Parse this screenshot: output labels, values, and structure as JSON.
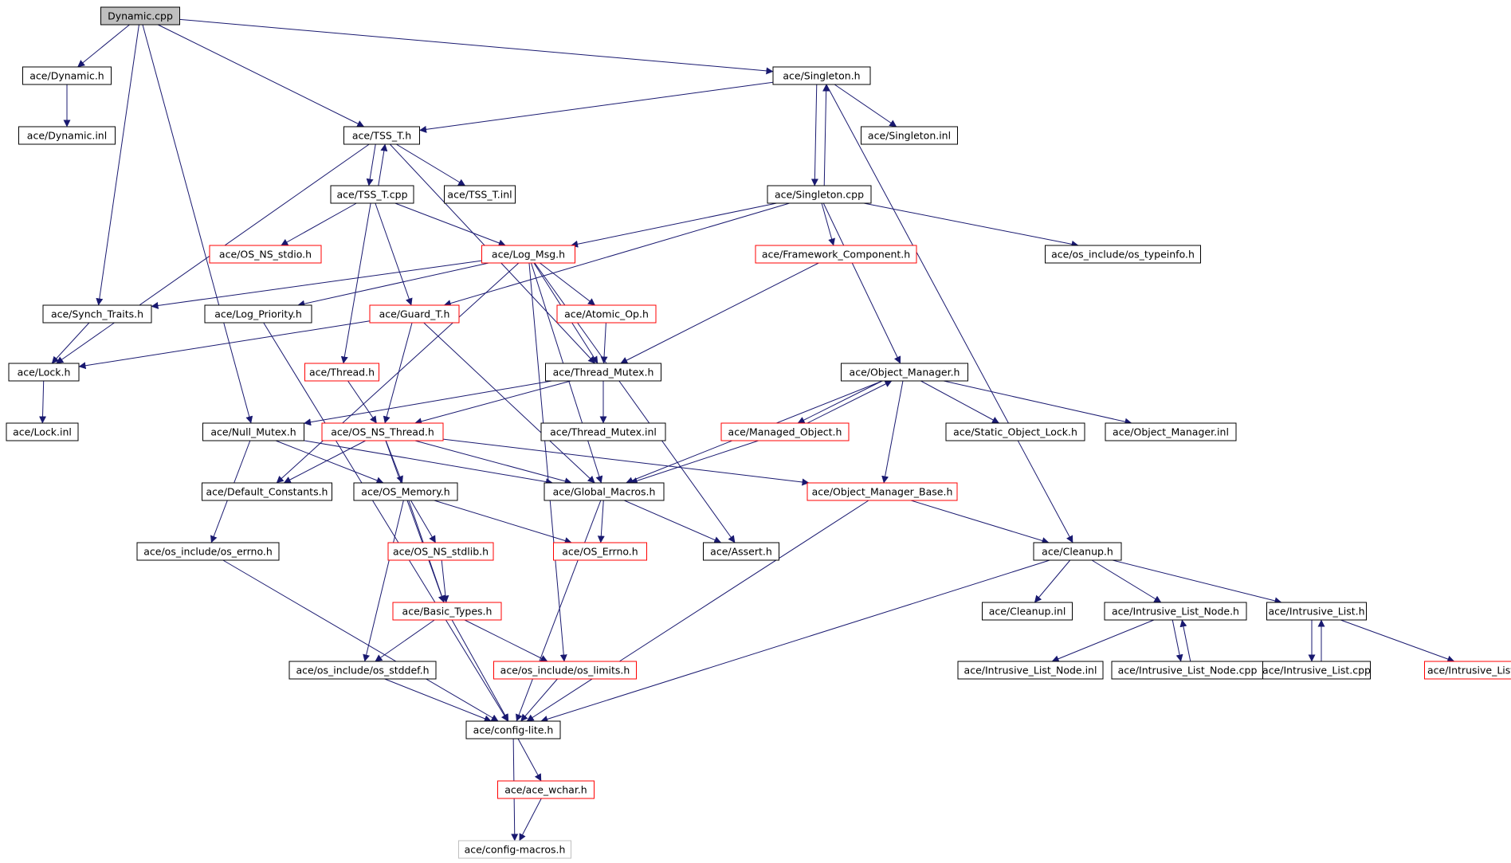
{
  "colors": {
    "edge": "#191970",
    "root_fill": "#bfbfbf",
    "normal_border": "#000000",
    "truncated_border": "#ff0000",
    "undocumented_border": "#bfbfbf",
    "text": "#000000"
  },
  "nodes": [
    {
      "id": "dynamic_cpp",
      "label": "Dynamic.cpp",
      "kind": "root"
    },
    {
      "id": "dynamic_h",
      "label": "ace/Dynamic.h",
      "kind": "normal"
    },
    {
      "id": "dynamic_inl",
      "label": "ace/Dynamic.inl",
      "kind": "normal"
    },
    {
      "id": "singleton_h",
      "label": "ace/Singleton.h",
      "kind": "normal"
    },
    {
      "id": "tss_t_h",
      "label": "ace/TSS_T.h",
      "kind": "normal"
    },
    {
      "id": "singleton_inl",
      "label": "ace/Singleton.inl",
      "kind": "normal"
    },
    {
      "id": "tss_t_cpp",
      "label": "ace/TSS_T.cpp",
      "kind": "normal"
    },
    {
      "id": "tss_t_inl",
      "label": "ace/TSS_T.inl",
      "kind": "normal"
    },
    {
      "id": "singleton_cpp",
      "label": "ace/Singleton.cpp",
      "kind": "normal"
    },
    {
      "id": "os_ns_stdio_h",
      "label": "ace/OS_NS_stdio.h",
      "kind": "truncated"
    },
    {
      "id": "log_msg_h",
      "label": "ace/Log_Msg.h",
      "kind": "truncated"
    },
    {
      "id": "framework_component_h",
      "label": "ace/Framework_Component.h",
      "kind": "truncated"
    },
    {
      "id": "os_typeinfo_h",
      "label": "ace/os_include/os_typeinfo.h",
      "kind": "normal"
    },
    {
      "id": "synch_traits_h",
      "label": "ace/Synch_Traits.h",
      "kind": "normal"
    },
    {
      "id": "log_priority_h",
      "label": "ace/Log_Priority.h",
      "kind": "normal"
    },
    {
      "id": "guard_t_h",
      "label": "ace/Guard_T.h",
      "kind": "truncated"
    },
    {
      "id": "atomic_op_h",
      "label": "ace/Atomic_Op.h",
      "kind": "truncated"
    },
    {
      "id": "lock_h",
      "label": "ace/Lock.h",
      "kind": "normal"
    },
    {
      "id": "thread_h",
      "label": "ace/Thread.h",
      "kind": "truncated"
    },
    {
      "id": "thread_mutex_h",
      "label": "ace/Thread_Mutex.h",
      "kind": "normal"
    },
    {
      "id": "object_manager_h",
      "label": "ace/Object_Manager.h",
      "kind": "normal"
    },
    {
      "id": "lock_inl",
      "label": "ace/Lock.inl",
      "kind": "normal"
    },
    {
      "id": "null_mutex_h",
      "label": "ace/Null_Mutex.h",
      "kind": "normal"
    },
    {
      "id": "os_ns_thread_h",
      "label": "ace/OS_NS_Thread.h",
      "kind": "truncated"
    },
    {
      "id": "thread_mutex_inl",
      "label": "ace/Thread_Mutex.inl",
      "kind": "normal"
    },
    {
      "id": "managed_object_h",
      "label": "ace/Managed_Object.h",
      "kind": "truncated"
    },
    {
      "id": "static_object_lock_h",
      "label": "ace/Static_Object_Lock.h",
      "kind": "normal"
    },
    {
      "id": "object_manager_inl",
      "label": "ace/Object_Manager.inl",
      "kind": "normal"
    },
    {
      "id": "default_constants_h",
      "label": "ace/Default_Constants.h",
      "kind": "normal"
    },
    {
      "id": "os_memory_h",
      "label": "ace/OS_Memory.h",
      "kind": "normal"
    },
    {
      "id": "global_macros_h",
      "label": "ace/Global_Macros.h",
      "kind": "normal"
    },
    {
      "id": "object_manager_base_h",
      "label": "ace/Object_Manager_Base.h",
      "kind": "truncated"
    },
    {
      "id": "os_errno_h",
      "label": "ace/os_include/os_errno.h",
      "kind": "normal"
    },
    {
      "id": "os_ns_stdlib_h",
      "label": "ace/OS_NS_stdlib.h",
      "kind": "truncated"
    },
    {
      "id": "os_errno_ace_h",
      "label": "ace/OS_Errno.h",
      "kind": "truncated"
    },
    {
      "id": "assert_h",
      "label": "ace/Assert.h",
      "kind": "normal"
    },
    {
      "id": "cleanup_h",
      "label": "ace/Cleanup.h",
      "kind": "normal"
    },
    {
      "id": "basic_types_h",
      "label": "ace/Basic_Types.h",
      "kind": "truncated"
    },
    {
      "id": "cleanup_inl",
      "label": "ace/Cleanup.inl",
      "kind": "normal"
    },
    {
      "id": "intrusive_list_node_h",
      "label": "ace/Intrusive_List_Node.h",
      "kind": "normal"
    },
    {
      "id": "intrusive_list_h",
      "label": "ace/Intrusive_List.h",
      "kind": "normal"
    },
    {
      "id": "os_stddef_h",
      "label": "ace/os_include/os_stddef.h",
      "kind": "normal"
    },
    {
      "id": "os_limits_h",
      "label": "ace/os_include/os_limits.h",
      "kind": "truncated"
    },
    {
      "id": "intrusive_list_node_inl",
      "label": "ace/Intrusive_List_Node.inl",
      "kind": "normal"
    },
    {
      "id": "intrusive_list_node_cpp",
      "label": "ace/Intrusive_List_Node.cpp",
      "kind": "normal"
    },
    {
      "id": "intrusive_list_cpp",
      "label": "ace/Intrusive_List.cpp",
      "kind": "normal"
    },
    {
      "id": "intrusive_list_inl",
      "label": "ace/Intrusive_List.inl",
      "kind": "truncated"
    },
    {
      "id": "config_lite_h",
      "label": "ace/config-lite.h",
      "kind": "normal"
    },
    {
      "id": "ace_wchar_h",
      "label": "ace/ace_wchar.h",
      "kind": "truncated"
    },
    {
      "id": "config_macros_h",
      "label": "ace/config-macros.h",
      "kind": "undocumented"
    }
  ],
  "edges": [
    [
      "dynamic_cpp",
      "dynamic_h"
    ],
    [
      "dynamic_cpp",
      "singleton_h"
    ],
    [
      "dynamic_cpp",
      "tss_t_h"
    ],
    [
      "dynamic_cpp",
      "synch_traits_h"
    ],
    [
      "dynamic_cpp",
      "null_mutex_h"
    ],
    [
      "dynamic_h",
      "dynamic_inl"
    ],
    [
      "singleton_h",
      "tss_t_h"
    ],
    [
      "singleton_h",
      "singleton_inl"
    ],
    [
      "singleton_h",
      "singleton_cpp"
    ],
    [
      "singleton_h",
      "cleanup_h"
    ],
    [
      "singleton_cpp",
      "singleton_h"
    ],
    [
      "singleton_cpp",
      "log_msg_h"
    ],
    [
      "singleton_cpp",
      "framework_component_h"
    ],
    [
      "singleton_cpp",
      "os_typeinfo_h"
    ],
    [
      "singleton_cpp",
      "guard_t_h"
    ],
    [
      "singleton_cpp",
      "object_manager_h"
    ],
    [
      "tss_t_h",
      "tss_t_cpp"
    ],
    [
      "tss_t_h",
      "tss_t_inl"
    ],
    [
      "tss_t_h",
      "lock_h"
    ],
    [
      "tss_t_h",
      "thread_mutex_h"
    ],
    [
      "tss_t_cpp",
      "tss_t_h"
    ],
    [
      "tss_t_cpp",
      "os_ns_stdio_h"
    ],
    [
      "tss_t_cpp",
      "log_msg_h"
    ],
    [
      "tss_t_cpp",
      "guard_t_h"
    ],
    [
      "tss_t_cpp",
      "thread_h"
    ],
    [
      "log_msg_h",
      "synch_traits_h"
    ],
    [
      "log_msg_h",
      "log_priority_h"
    ],
    [
      "log_msg_h",
      "atomic_op_h"
    ],
    [
      "log_msg_h",
      "thread_mutex_h"
    ],
    [
      "log_msg_h",
      "default_constants_h"
    ],
    [
      "log_msg_h",
      "global_macros_h"
    ],
    [
      "log_msg_h",
      "assert_h"
    ],
    [
      "log_msg_h",
      "os_limits_h"
    ],
    [
      "framework_component_h",
      "thread_mutex_h"
    ],
    [
      "synch_traits_h",
      "lock_h"
    ],
    [
      "log_priority_h",
      "config_lite_h"
    ],
    [
      "guard_t_h",
      "lock_h"
    ],
    [
      "guard_t_h",
      "os_ns_thread_h"
    ],
    [
      "guard_t_h",
      "global_macros_h"
    ],
    [
      "atomic_op_h",
      "thread_mutex_h"
    ],
    [
      "lock_h",
      "lock_inl"
    ],
    [
      "thread_h",
      "os_ns_thread_h"
    ],
    [
      "thread_mutex_h",
      "null_mutex_h"
    ],
    [
      "thread_mutex_h",
      "os_ns_thread_h"
    ],
    [
      "thread_mutex_h",
      "thread_mutex_inl"
    ],
    [
      "object_manager_h",
      "managed_object_h"
    ],
    [
      "object_manager_h",
      "static_object_lock_h"
    ],
    [
      "object_manager_h",
      "object_manager_inl"
    ],
    [
      "object_manager_h",
      "object_manager_base_h"
    ],
    [
      "object_manager_h",
      "global_macros_h"
    ],
    [
      "managed_object_h",
      "object_manager_h"
    ],
    [
      "managed_object_h",
      "global_macros_h"
    ],
    [
      "null_mutex_h",
      "os_memory_h"
    ],
    [
      "null_mutex_h",
      "global_macros_h"
    ],
    [
      "null_mutex_h",
      "os_errno_h"
    ],
    [
      "os_ns_thread_h",
      "default_constants_h"
    ],
    [
      "os_ns_thread_h",
      "os_memory_h"
    ],
    [
      "os_ns_thread_h",
      "global_macros_h"
    ],
    [
      "os_ns_thread_h",
      "object_manager_base_h"
    ],
    [
      "os_ns_thread_h",
      "basic_types_h"
    ],
    [
      "os_memory_h",
      "os_ns_stdlib_h"
    ],
    [
      "os_memory_h",
      "os_errno_ace_h"
    ],
    [
      "os_memory_h",
      "basic_types_h"
    ],
    [
      "os_memory_h",
      "os_stddef_h"
    ],
    [
      "global_macros_h",
      "os_errno_ace_h"
    ],
    [
      "global_macros_h",
      "assert_h"
    ],
    [
      "global_macros_h",
      "config_lite_h"
    ],
    [
      "object_manager_base_h",
      "cleanup_h"
    ],
    [
      "object_manager_base_h",
      "config_lite_h"
    ],
    [
      "os_errno_h",
      "config_lite_h"
    ],
    [
      "os_ns_stdlib_h",
      "basic_types_h"
    ],
    [
      "cleanup_h",
      "cleanup_inl"
    ],
    [
      "cleanup_h",
      "intrusive_list_node_h"
    ],
    [
      "cleanup_h",
      "intrusive_list_h"
    ],
    [
      "cleanup_h",
      "config_lite_h"
    ],
    [
      "basic_types_h",
      "os_stddef_h"
    ],
    [
      "basic_types_h",
      "os_limits_h"
    ],
    [
      "basic_types_h",
      "config_lite_h"
    ],
    [
      "intrusive_list_node_h",
      "intrusive_list_node_inl"
    ],
    [
      "intrusive_list_node_h",
      "intrusive_list_node_cpp"
    ],
    [
      "intrusive_list_node_cpp",
      "intrusive_list_node_h"
    ],
    [
      "intrusive_list_h",
      "intrusive_list_cpp"
    ],
    [
      "intrusive_list_h",
      "intrusive_list_inl"
    ],
    [
      "intrusive_list_cpp",
      "intrusive_list_h"
    ],
    [
      "os_stddef_h",
      "config_lite_h"
    ],
    [
      "os_limits_h",
      "config_lite_h"
    ],
    [
      "config_lite_h",
      "ace_wchar_h"
    ],
    [
      "config_lite_h",
      "config_macros_h"
    ],
    [
      "ace_wchar_h",
      "config_macros_h"
    ]
  ]
}
